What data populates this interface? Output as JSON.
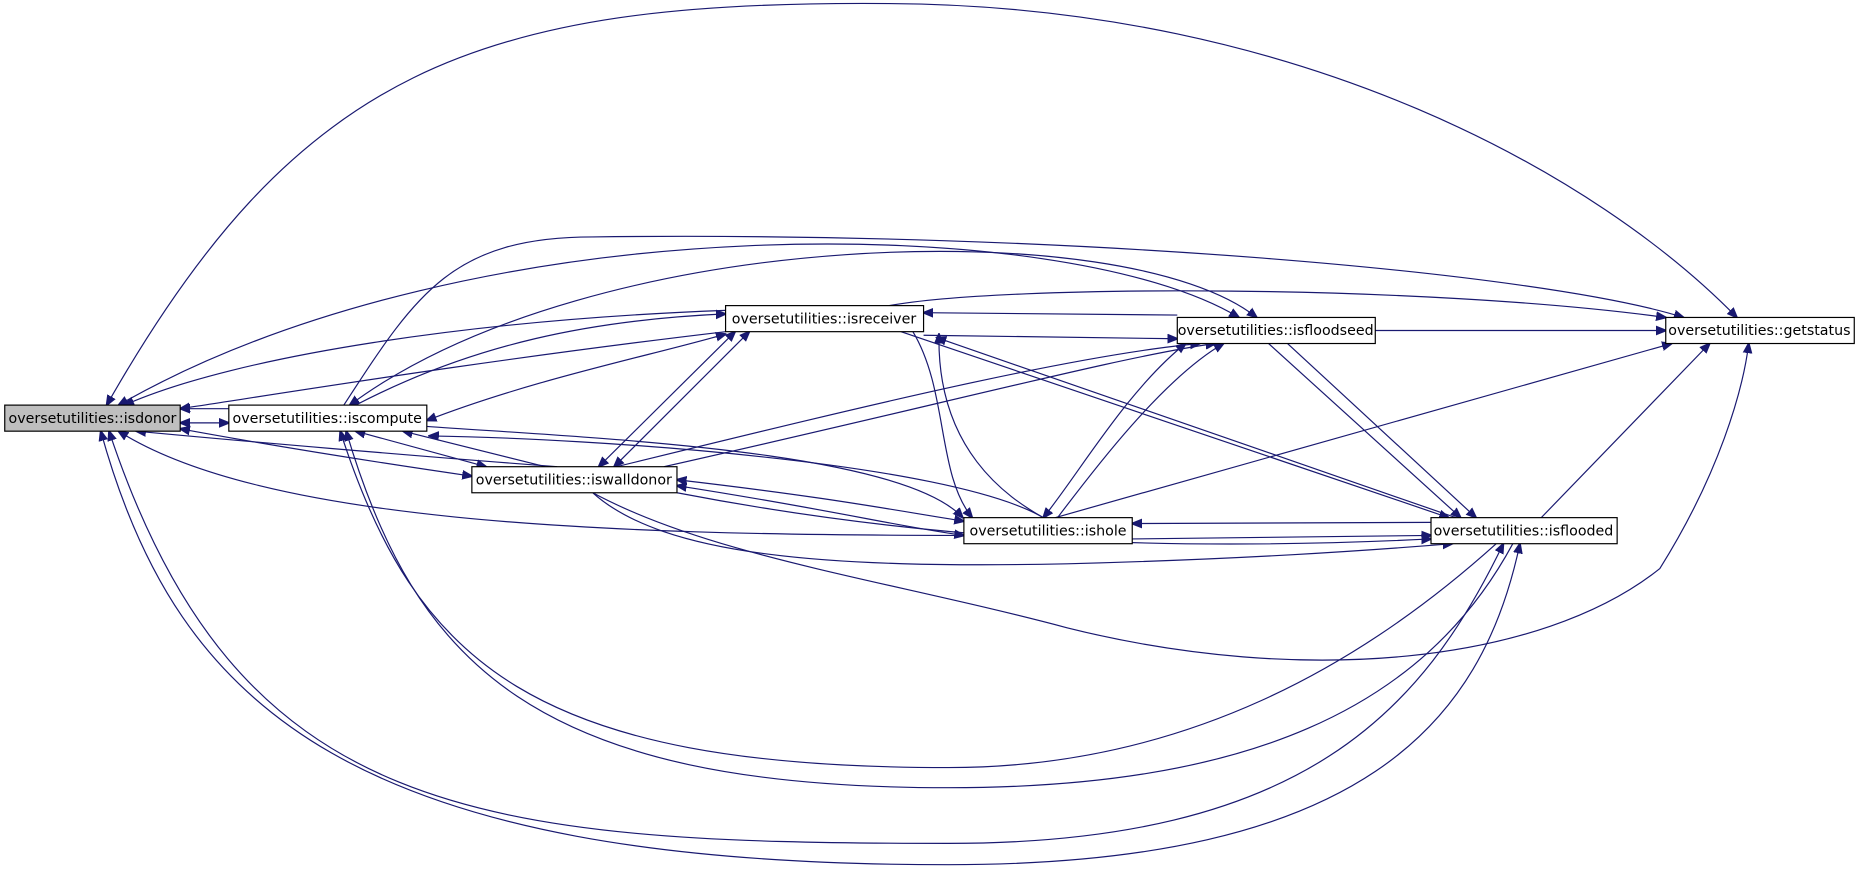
{
  "graph": {
    "colors": {
      "edge": "#191970",
      "focus_fill": "#bfbfbf",
      "node_fill": "#ffffff"
    },
    "nodes": {
      "isdonor": "oversetutilities::isdonor",
      "iscompute": "oversetutilities::iscompute",
      "iswalldonor": "oversetutilities::iswalldonor",
      "isreceiver": "oversetutilities::isreceiver",
      "isfloodseed": "oversetutilities::isfloodseed",
      "getstatus": "oversetutilities::getstatus",
      "ishole": "oversetutilities::ishole",
      "isflooded": "oversetutilities::isflooded"
    }
  }
}
